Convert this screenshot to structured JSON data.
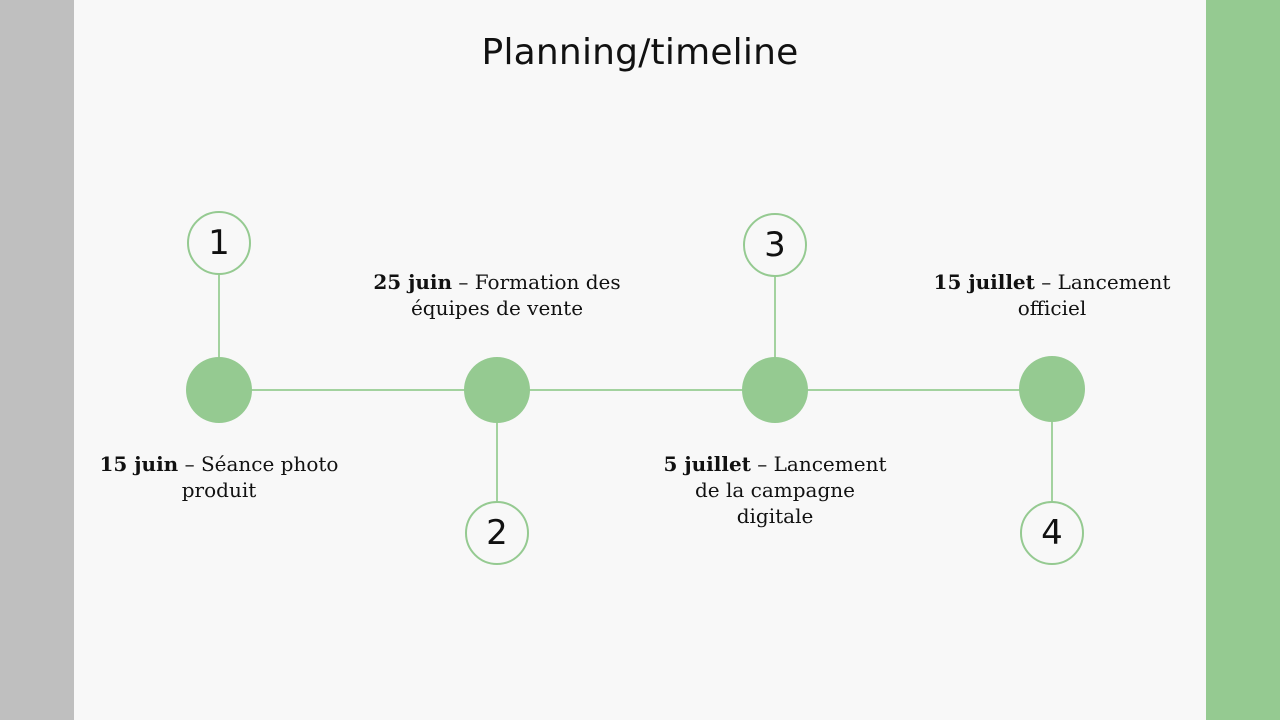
{
  "slide": {
    "title": "Planning/timeline",
    "colors": {
      "accent": "#95ca91",
      "accent_line": "#a3d29f",
      "left_band": "#bfbfbf",
      "background": "#f8f8f8"
    }
  },
  "milestones": [
    {
      "number": "1",
      "date": "15 juin",
      "separator": " – ",
      "text": "Séance photo produit"
    },
    {
      "number": "2",
      "date": "25 juin",
      "separator": " – ",
      "text": "Formation des équipes de vente"
    },
    {
      "number": "3",
      "date": "5 juillet",
      "separator": " – ",
      "text": "Lancement de la campagne digitale"
    },
    {
      "number": "4",
      "date": "15 juillet",
      "separator": " – ",
      "text": "Lancement officiel"
    }
  ]
}
